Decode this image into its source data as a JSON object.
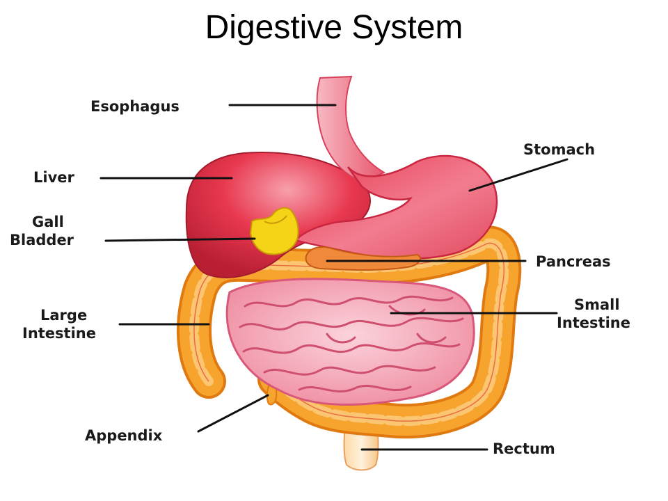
{
  "title": "Digestive System",
  "colors": {
    "organ_red": "#e8384f",
    "stomach_pink": "#f06a80",
    "intestine_orange": "#f5a02a",
    "small_intestine_pink": "#f4a3b4",
    "gall_yellow": "#f5d316",
    "rectum_cream": "#fde4bf"
  },
  "labels": {
    "esophagus": [
      "Esophagus"
    ],
    "liver": [
      "Liver"
    ],
    "gall_bladder": [
      "Gall",
      "Bladder"
    ],
    "large_intestine": [
      "Large",
      "Intestine"
    ],
    "appendix": [
      "Appendix"
    ],
    "stomach": [
      "Stomach"
    ],
    "pancreas": [
      "Pancreas"
    ],
    "small_intestine": [
      "Small",
      "Intestine"
    ],
    "rectum": [
      "Rectum"
    ]
  }
}
